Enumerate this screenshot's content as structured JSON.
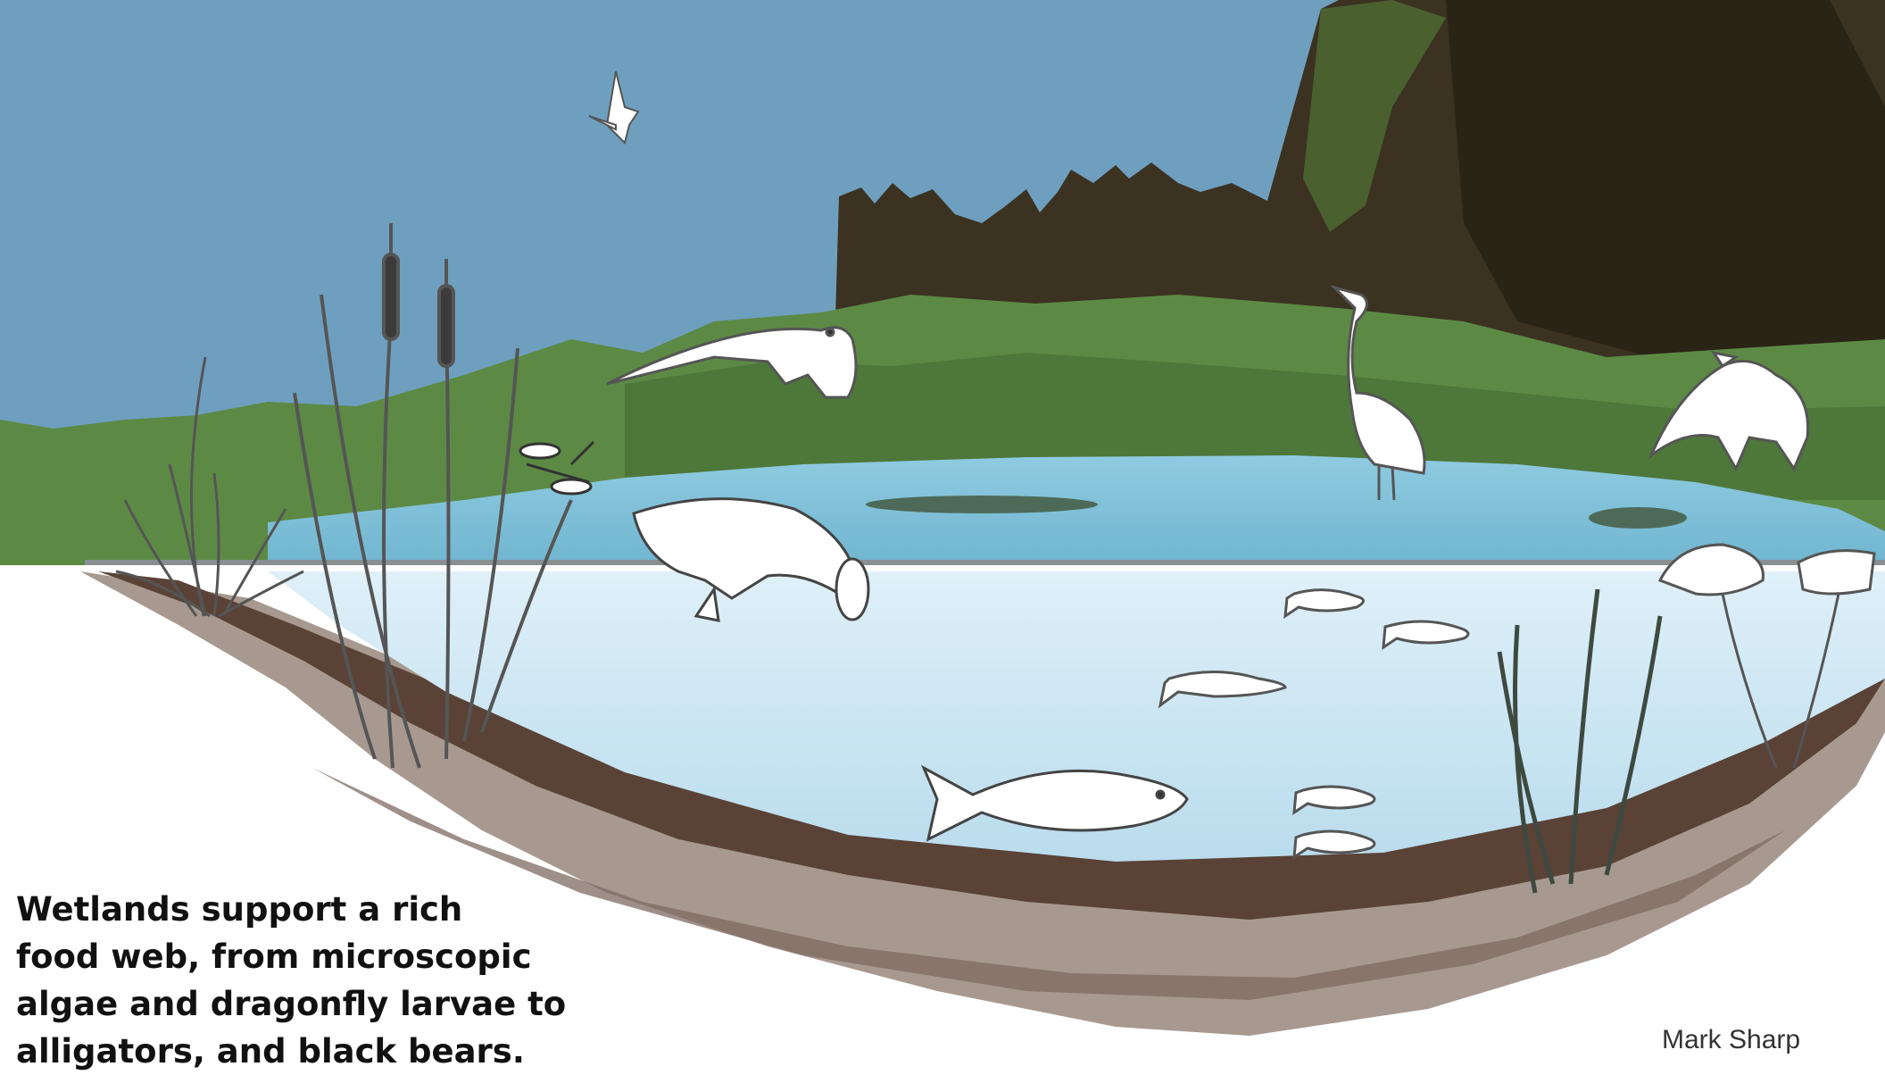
{
  "caption": {
    "lines": [
      "Wetlands support a rich",
      "food web, from microscopic",
      "algae and dragonfly larvae to",
      "alligators, and black bears."
    ]
  },
  "credit": "Mark Sharp",
  "colors": {
    "sky": "#6f9fbf",
    "grass": "#5d8a45",
    "forest": "#3a3320",
    "pond_surface": "#7fc1d8",
    "water": "#cfe6f2",
    "mud": "#5a4236",
    "sediment": "#a8968c"
  },
  "scene": {
    "organisms": [
      "gull",
      "otter",
      "heron",
      "raccoon",
      "cattails",
      "dragonfly",
      "turtle",
      "fish",
      "bass",
      "water-lily",
      "submerged-plant",
      "algae"
    ]
  }
}
